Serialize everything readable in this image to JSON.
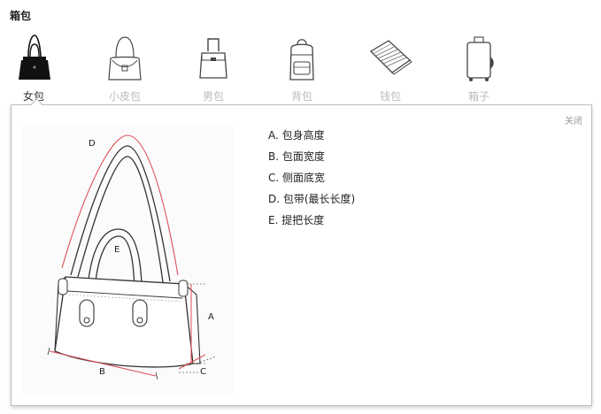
{
  "section": {
    "title": "箱包"
  },
  "categories": [
    {
      "label": "女包",
      "icon": "handbag-black-icon",
      "active": true
    },
    {
      "label": "小皮包",
      "icon": "small-bag-icon",
      "active": false
    },
    {
      "label": "男包",
      "icon": "briefcase-icon",
      "active": false
    },
    {
      "label": "背包",
      "icon": "backpack-icon",
      "active": false
    },
    {
      "label": "钱包",
      "icon": "wallet-icon",
      "active": false
    },
    {
      "label": "箱子",
      "icon": "suitcase-icon",
      "active": false
    }
  ],
  "panel": {
    "close_label": "关闭",
    "legend": [
      "A. 包身高度",
      "B. 包面宽度",
      "C. 侧面底宽",
      "D. 包带(最长长度)",
      "E. 提把长度"
    ],
    "diagram_labels": {
      "a": "A",
      "b": "B",
      "c": "C",
      "d": "D",
      "e": "E"
    }
  },
  "colors": {
    "accent_line": "#e0505a",
    "text": "#333333",
    "inactive_text": "#bbbbbb",
    "border": "#bdbdbd"
  }
}
